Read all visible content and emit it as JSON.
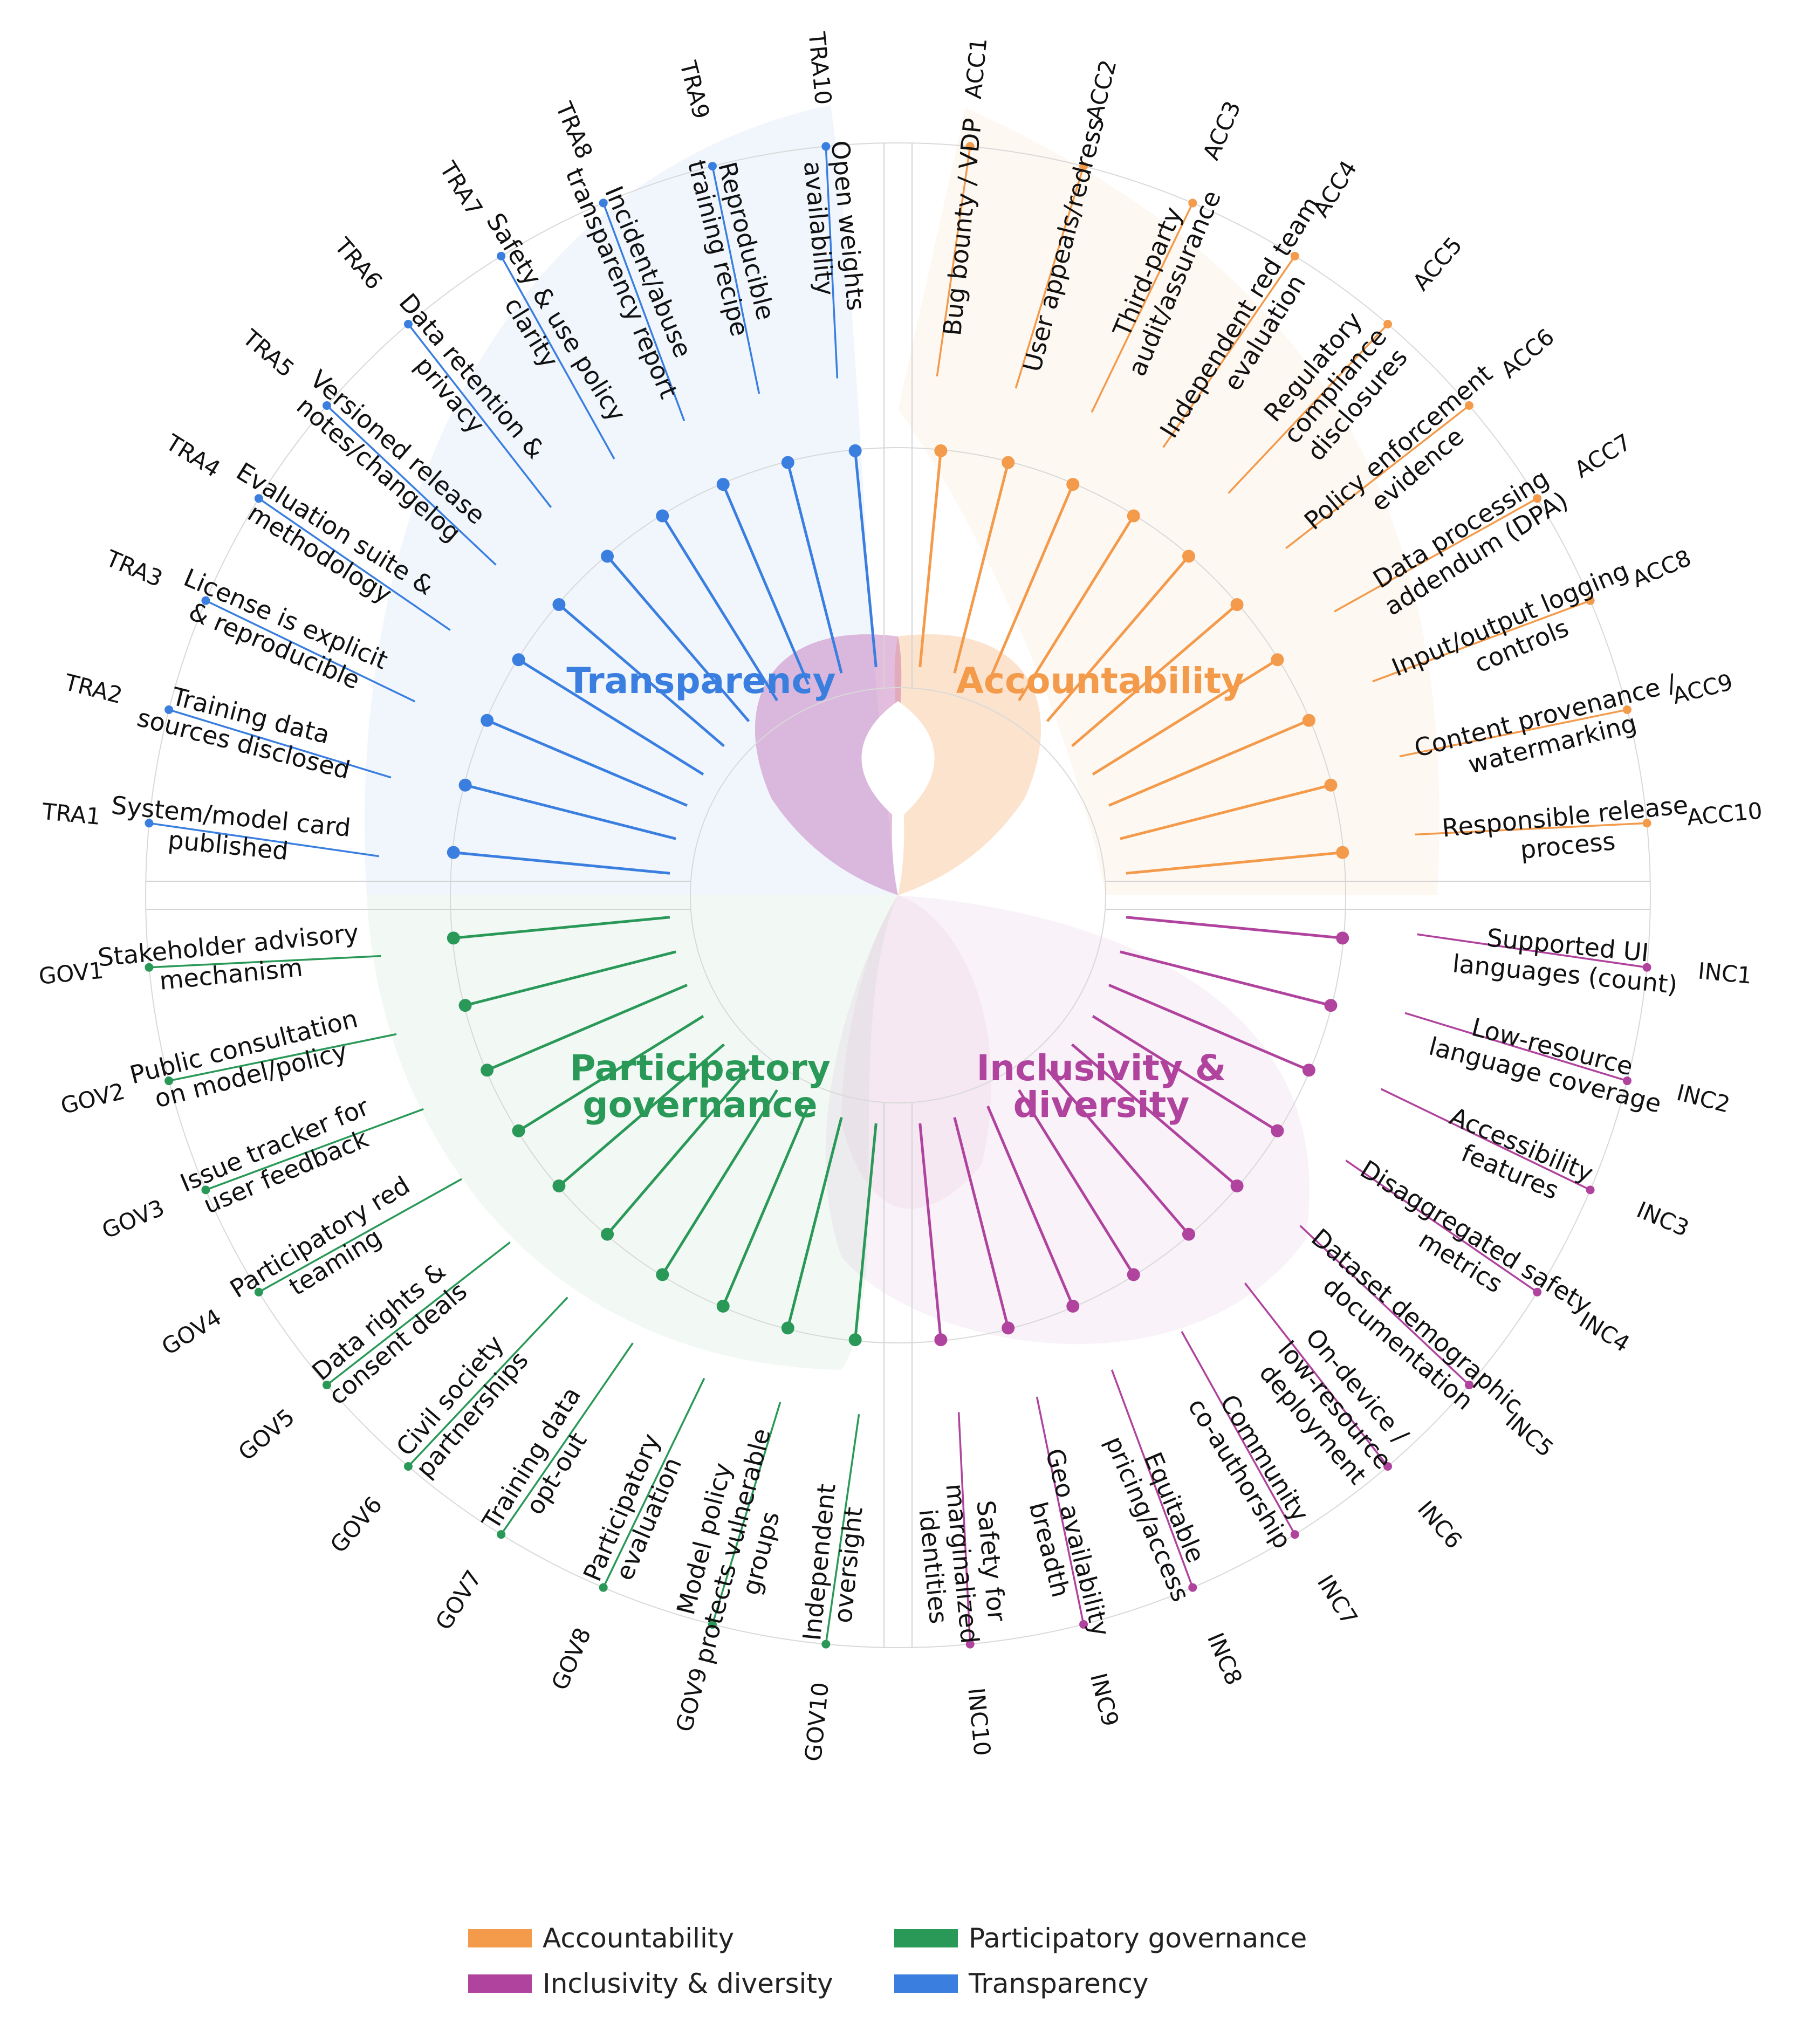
{
  "categories": [
    {
      "name": "Accountability",
      "color": "#F39A4B",
      "items": [
        {
          "code": "ACC1",
          "label": "Bug bounty / VDP"
        },
        {
          "code": "ACC2",
          "label": "User appeals/redress"
        },
        {
          "code": "ACC3",
          "label": "Third-party audit/assurance"
        },
        {
          "code": "ACC4",
          "label": "Independent red team evaluation"
        },
        {
          "code": "ACC5",
          "label": "Regulatory compliance disclosures"
        },
        {
          "code": "ACC6",
          "label": "Policy enforcement evidence"
        },
        {
          "code": "ACC7",
          "label": "Data processing addendum (DPA)"
        },
        {
          "code": "ACC8",
          "label": "Input/output logging controls"
        },
        {
          "code": "ACC9",
          "label": "Content provenance / watermarking"
        },
        {
          "code": "ACC10",
          "label": "Responsible release process"
        }
      ]
    },
    {
      "name": "Inclusivity & diversity",
      "color": "#B0439E",
      "items": [
        {
          "code": "INC1",
          "label": "Supported UI languages (count)"
        },
        {
          "code": "INC2",
          "label": "Low-resource language coverage"
        },
        {
          "code": "INC3",
          "label": "Accessibility features"
        },
        {
          "code": "INC4",
          "label": "Disaggregated safety metrics"
        },
        {
          "code": "INC5",
          "label": "Dataset demographic documentation"
        },
        {
          "code": "INC6",
          "label": "On-device / low-resource deployment"
        },
        {
          "code": "INC7",
          "label": "Community co-authorship"
        },
        {
          "code": "INC8",
          "label": "Equitable pricing/access"
        },
        {
          "code": "INC9",
          "label": "Geo availability breadth"
        },
        {
          "code": "INC10",
          "label": "Safety for marginalized identities"
        }
      ]
    },
    {
      "name": "Participatory governance",
      "color": "#2A9958",
      "items": [
        {
          "code": "GOV1",
          "label": "Stakeholder advisory mechanism"
        },
        {
          "code": "GOV2",
          "label": "Public consultation on model/policy"
        },
        {
          "code": "GOV3",
          "label": "Issue tracker for user feedback"
        },
        {
          "code": "GOV4",
          "label": "Participatory red teaming"
        },
        {
          "code": "GOV5",
          "label": "Data rights & consent deals"
        },
        {
          "code": "GOV6",
          "label": "Civil society partnerships"
        },
        {
          "code": "GOV7",
          "label": "Training data opt-out"
        },
        {
          "code": "GOV8",
          "label": "Participatory evaluation"
        },
        {
          "code": "GOV9",
          "label": "Model policy protects vulnerable groups"
        },
        {
          "code": "GOV10",
          "label": "Independent oversight"
        }
      ]
    },
    {
      "name": "Transparency",
      "color": "#3A7FE0",
      "items": [
        {
          "code": "TRA1",
          "label": "System/model card published"
        },
        {
          "code": "TRA2",
          "label": "Training data sources disclosed"
        },
        {
          "code": "TRA3",
          "label": "License is explicit & reproducible"
        },
        {
          "code": "TRA4",
          "label": "Evaluation suite & methodology"
        },
        {
          "code": "TRA5",
          "label": "Versioned release notes/changelog"
        },
        {
          "code": "TRA6",
          "label": "Data retention & privacy"
        },
        {
          "code": "TRA7",
          "label": "Safety & use policy clarity"
        },
        {
          "code": "TRA8",
          "label": "Incident/abuse transparency report"
        },
        {
          "code": "TRA9",
          "label": "Reproducible training recipe"
        },
        {
          "code": "TRA10",
          "label": "Open weights availability"
        }
      ]
    }
  ],
  "center_labels": [
    {
      "category": "Transparency",
      "lines": [
        "Transparency"
      ]
    },
    {
      "category": "Accountability",
      "lines": [
        "Accountability"
      ]
    },
    {
      "category": "Participatory governance",
      "lines": [
        "Participatory",
        "governance"
      ]
    },
    {
      "category": "Inclusivity & diversity",
      "lines": [
        "Inclusivity &",
        "diversity"
      ]
    }
  ],
  "legend": [
    {
      "label": "Accountability",
      "color": "#F39A4B"
    },
    {
      "label": "Participatory governance",
      "color": "#2A9958"
    },
    {
      "label": "Inclusivity & diversity",
      "color": "#B0439E"
    },
    {
      "label": "Transparency",
      "color": "#3A7FE0"
    }
  ]
}
